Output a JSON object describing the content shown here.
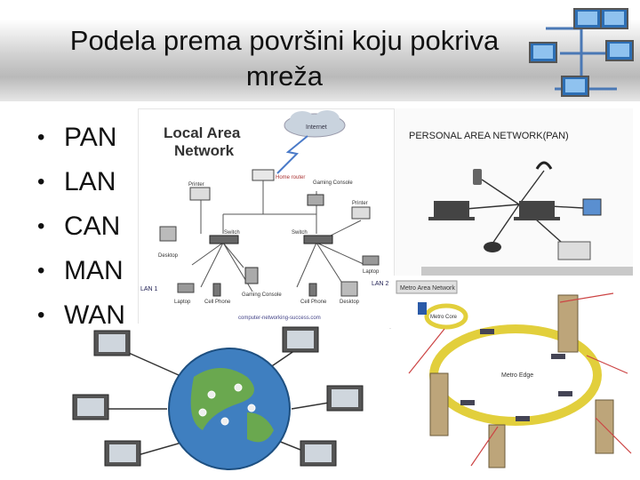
{
  "slide": {
    "title_line1": "Podela prema površini koju pokriva",
    "title_line2": "mreža",
    "bullets": [
      "PAN",
      "LAN",
      "CAN",
      "MAN",
      "WAN"
    ]
  },
  "lan_image": {
    "heading_line1": "Local Area",
    "heading_line2": "Network",
    "cloud_label": "Internet",
    "router_label": "Home router",
    "printer_left_label": "Printer",
    "gaming_right_label": "Gaming Console",
    "printer_right_label": "Printer",
    "switch_left_label": "Switch",
    "switch_right_label": "Switch",
    "desktop_left_label": "Desktop",
    "laptop_right_label": "Laptop",
    "laptop_left_label": "Laptop",
    "cellphone_left_label": "Cell Phone",
    "gaming_left_label": "Gaming Console",
    "cellphone_right_label": "Cell Phone",
    "desktop_right_label": "Desktop",
    "lan1_label": "LAN 1",
    "lan2_label": "LAN 2",
    "watermark": "computer-networking-success.com"
  },
  "pan_image": {
    "heading": "PERSONAL AREA NETWORK(PAN)"
  },
  "man_image": {
    "banner": "Metro Area Network",
    "core_label": "Metro Core",
    "edge_label": "Metro Edge"
  },
  "colors": {
    "title_band": "#c4c4c4",
    "text": "#111111",
    "globe_ocean": "#3f7fc0",
    "globe_land": "#6aa84f",
    "man_ring": "#e2cf3c"
  }
}
